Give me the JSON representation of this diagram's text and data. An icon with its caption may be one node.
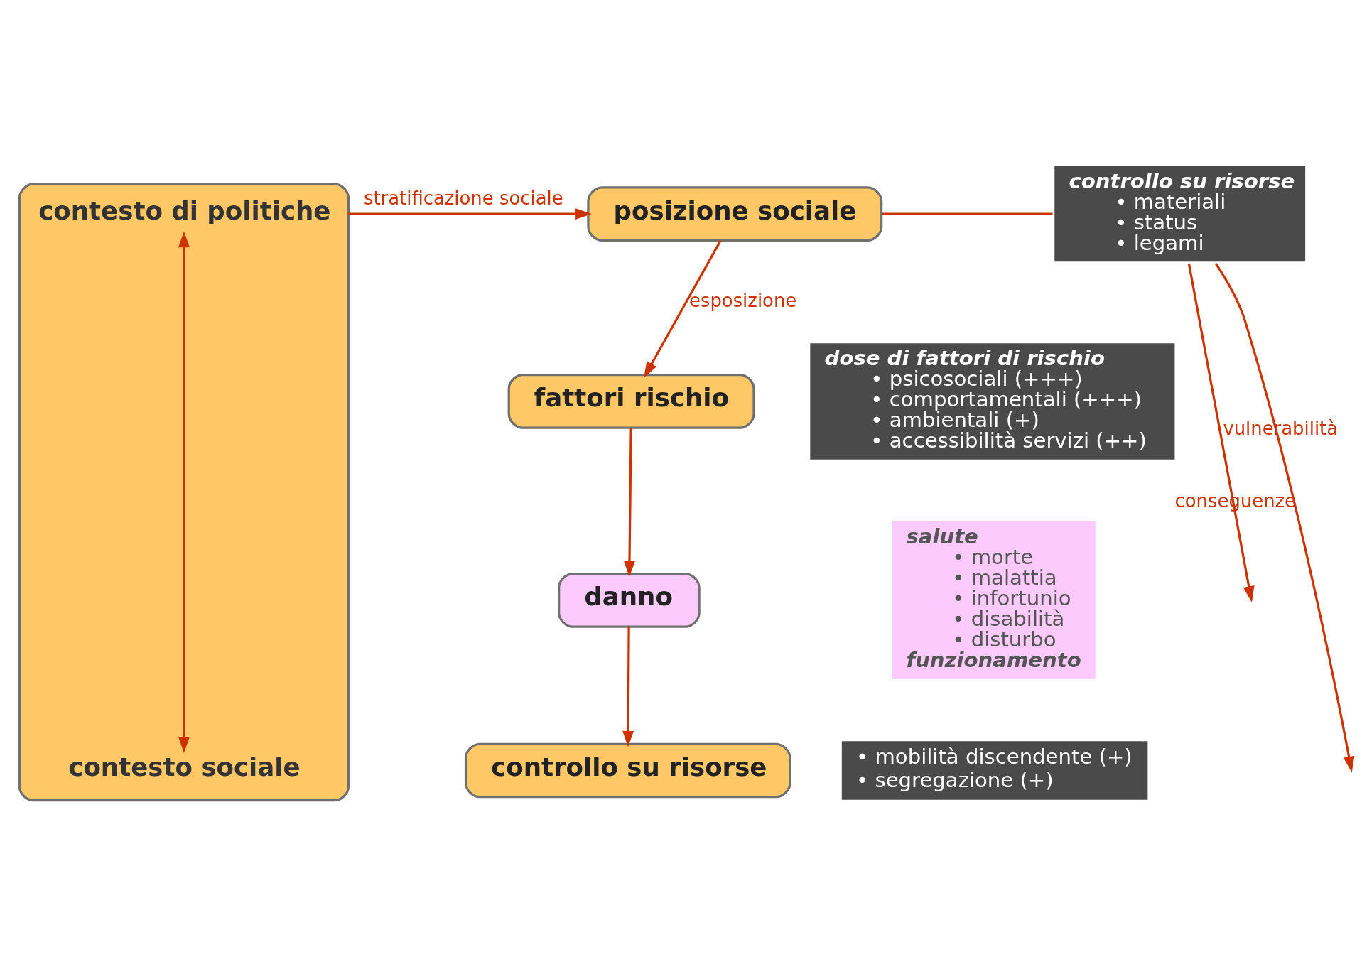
{
  "diagram": {
    "nodes": [
      {
        "text": [],
        "shape": "band"
      },
      {
        "text": [
          "contesto di politiche"
        ],
        "in": 0
      },
      {
        "text": [
          "contesto sociale"
        ],
        "in": 0
      },
      {
        "text": [
          "posizione sociale"
        ]
      },
      {
        "text": [
          "fattori rischio"
        ]
      },
      {
        "text": [
          "danno"
        ]
      },
      {
        "text": [
          "controllo su risorse"
        ]
      },
      {
        "text": [
          "controllo su risorse",
          "• materiali",
          "• status",
          "• legami"
        ]
      },
      {
        "text": [
          "dose di fattori di rischio",
          "• psicosociali (+++)",
          "• comportamentali (+++)",
          "• ambientali (+)",
          "• accessibilità servizi (++)"
        ]
      },
      {
        "text": [
          "salute",
          "• morte",
          "• malattia",
          "• infortunio",
          "• disabilità",
          "• disturbo",
          "funzionamento"
        ]
      },
      {
        "text": [
          "• mobilità discendente (+)",
          "• segregazione (+)"
        ]
      }
    ],
    "edges": [
      {
        "from": 1,
        "to": 2,
        "arrow": "both"
      },
      {
        "from": 0,
        "to": 3,
        "arrow": "to",
        "label": "stratificazione sociale"
      },
      {
        "from": 3,
        "to": 4,
        "arrow": "to",
        "label": "esposizione"
      },
      {
        "from": 4,
        "to": 5,
        "arrow": "to"
      },
      {
        "from": 5,
        "to": 6,
        "arrow": "to"
      },
      {
        "from": 3,
        "to": 7,
        "arrow": "none"
      },
      {
        "from": 7,
        "to": null,
        "arrow": "to",
        "label": "vulnerabilità"
      },
      {
        "from": 7,
        "to": null,
        "arrow": "to",
        "label": "conseguenze"
      }
    ]
  }
}
